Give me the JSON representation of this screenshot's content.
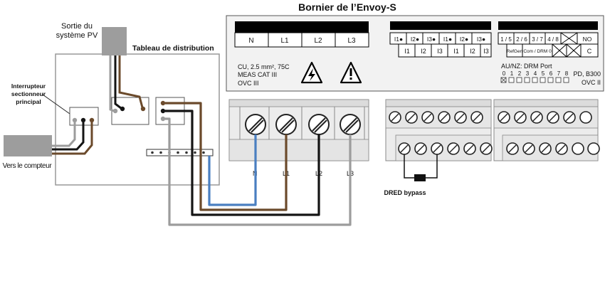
{
  "title": "Bornier de l’Envoy-S",
  "labels": {
    "pv_output_line1": "Sortie du",
    "pv_output_line2": "système PV",
    "distribution_panel": "Tableau de distribution",
    "main_switch_line1": "Interrupteur",
    "main_switch_line2": "sectionneur",
    "main_switch_line3": "principal",
    "to_meter": "Vers le compteur",
    "dred_bypass": "DRED bypass"
  },
  "power_block": {
    "terminals": [
      "N",
      "L1",
      "L2",
      "L3"
    ],
    "rating_line1": "CU, 2.5 mm², 75C",
    "rating_line2": "MEAS CAT III",
    "rating_line3": "OVC III"
  },
  "ct_block": {
    "top_labels": [
      "I1●",
      "I2●",
      "I3●",
      "I1●",
      "I2●",
      "I3●"
    ],
    "bottom_labels": [
      "I1",
      "I2",
      "I3",
      "I1",
      "I2",
      "I3"
    ]
  },
  "drm_block": {
    "top_labels": [
      "1 / 5",
      "2 / 6",
      "3 / 7",
      "4 / 8",
      "",
      "NO"
    ],
    "bottom_labels": [
      "RefGen",
      "Com / DRM 0",
      "",
      "",
      "C"
    ],
    "port_title": "AU/NZ: DRM Port",
    "port_numbers": [
      "0",
      "1",
      "2",
      "3",
      "4",
      "5",
      "6",
      "7",
      "8"
    ],
    "rating_line1": "PD, B300",
    "rating_line2": "OVC II"
  },
  "wire_labels": [
    "N",
    "L1",
    "L2",
    "L3"
  ],
  "colors": {
    "neutral": "#4a7fc1",
    "l1": "#6b4a2b",
    "l2": "#141414",
    "l3": "#9c9c9c",
    "panel": "#f2f2f2",
    "header": "#000000"
  }
}
